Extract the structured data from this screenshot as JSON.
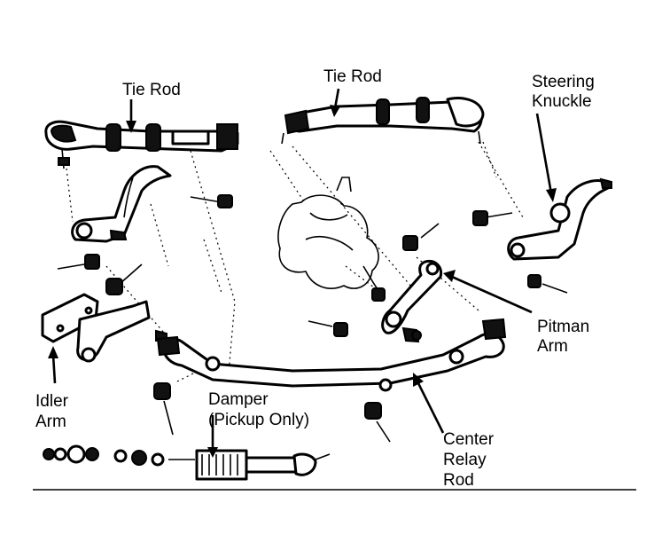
{
  "labels": {
    "tie_rod_left": "Tie Rod",
    "tie_rod_right": "Tie Rod",
    "steering_knuckle_line1": "Steering",
    "steering_knuckle_line2": "Knuckle",
    "pitman_arm_line1": "Pitman",
    "pitman_arm_line2": "Arm",
    "idler_arm_line1": "Idler",
    "idler_arm_line2": "Arm",
    "damper_line1": "Damper",
    "damper_line2": "(Pickup Only)",
    "center_relay_rod_line1": "Center",
    "center_relay_rod_line2": "Relay",
    "center_relay_rod_line3": "Rod"
  }
}
